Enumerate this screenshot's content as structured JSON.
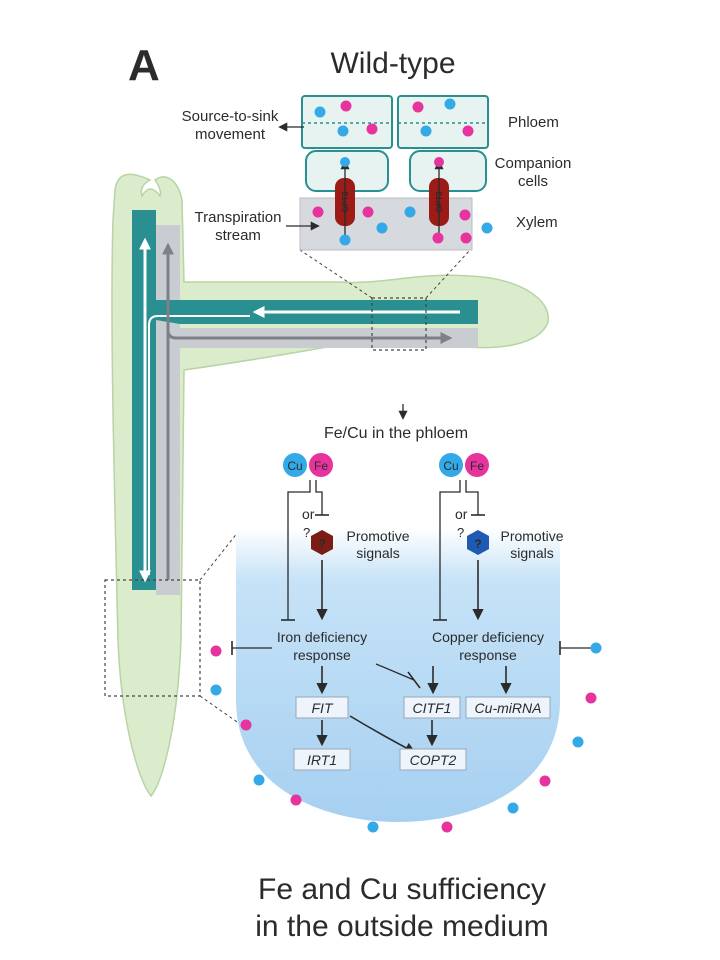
{
  "panel_letter": "A",
  "title": "Wild-type",
  "top_labels": {
    "source_to_sink_line1": "Source-to-sink",
    "source_to_sink_line2": "movement",
    "transpiration_line1": "Transpiration",
    "transpiration_line2": "stream",
    "phloem": "Phloem",
    "companion_line1": "Companion",
    "companion_line2": "cells",
    "xylem": "Xylem",
    "transporter": "OPT3"
  },
  "signal": {
    "heading": "Fe/Cu in the phloem",
    "cu": "Cu",
    "fe": "Fe",
    "or": "or",
    "question": "?",
    "promotive_line1": "Promotive",
    "promotive_line2": "signals"
  },
  "responses": {
    "iron_line1": "Iron deficiency",
    "iron_line2": "response",
    "copper_line1": "Copper deficiency",
    "copper_line2": "response"
  },
  "genes": {
    "fit": "FIT",
    "citf1": "CITF1",
    "cu_mirna": "Cu-miRNA",
    "irt1": "IRT1",
    "copt2": "COPT2"
  },
  "caption_line1": "Fe and Cu sufficiency",
  "caption_line2": "in the outside medium",
  "colors": {
    "cu_blue": "#33a9e8",
    "fe_magenta": "#e6339e",
    "plant_green": "#dbeccd",
    "vessel_teal": "#2a8f90",
    "xylem_gray": "#c9ccd0",
    "root_blue": "#a9d3f2",
    "opt3_red": "#9b1b16",
    "hex_dark_red": "#7b1d16",
    "hex_blue": "#1e59b3"
  },
  "icons": [
    "arrow-icon",
    "inhibition-bar-icon",
    "hexagon-icon",
    "ion-dot-icon"
  ]
}
